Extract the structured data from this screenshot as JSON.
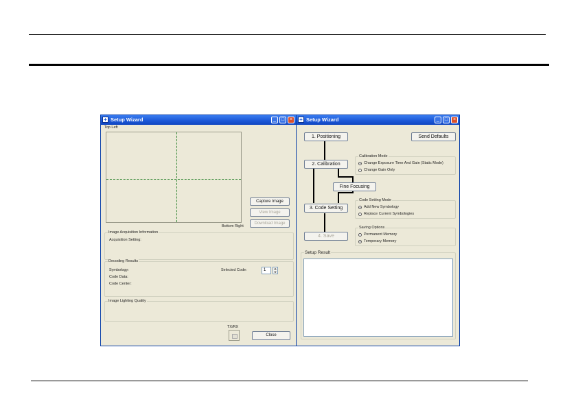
{
  "left_window": {
    "title": "Setup Wizard",
    "top_left_label": "Top Left",
    "bottom_right_label": "Bottom Right",
    "capture_button": "Capture Image",
    "view_button": "View Image",
    "download_button": "Download Image",
    "acquisition": {
      "legend": "Image Acquisition Information",
      "setting_label": "Acquisition Setting:"
    },
    "decoding": {
      "legend": "Decoding Results",
      "symbology_label": "Symbology:",
      "code_data_label": "Code Data:",
      "code_center_label": "Code Center:",
      "selected_code_label": "Selected Code:",
      "selected_code_value": "1"
    },
    "lighting": {
      "legend": "Image Lighting Quality"
    },
    "txrx_label": "TX/RX",
    "close_button": "Close"
  },
  "right_window": {
    "title": "Setup Wizard",
    "positioning_button": "1. Positioning",
    "send_defaults_button": "Send Defaults",
    "calibration_button": "2. Calibration",
    "fine_focusing_button": "Fine Focusing",
    "code_setting_button": "3. Code Setting",
    "save_button": "4. Save",
    "calibration_mode": {
      "legend": "Calibration Mode",
      "options": [
        "Change Exposure Time And Gain (Static Mode)",
        "Change Gain Only"
      ],
      "selected": 0
    },
    "code_setting_mode": {
      "legend": "Code Setting Mode",
      "options": [
        "Add New Symbology",
        "Replace Current Symbologies"
      ],
      "selected": 0
    },
    "saving_options": {
      "legend": "Saving Options",
      "options": [
        "Permanent Memory",
        "Temporary Memory"
      ],
      "selected": 1
    },
    "setup_result_legend": "Setup Result"
  }
}
